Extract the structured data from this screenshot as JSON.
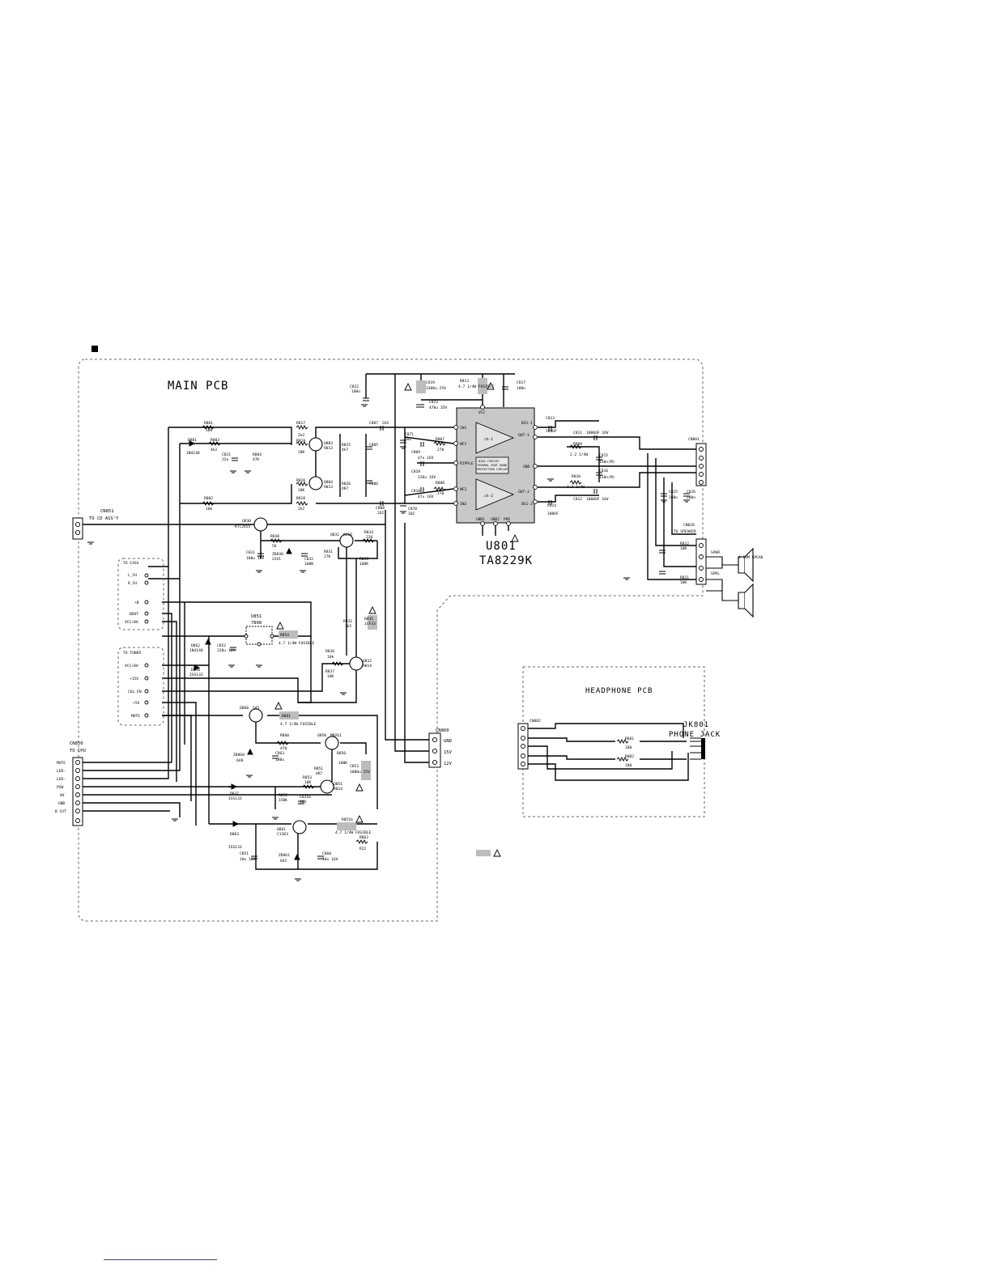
{
  "pcb": {
    "main_title": "MAIN PCB",
    "headphone_title": "HEADPHONE PCB"
  },
  "ic_main": {
    "ref": "U801",
    "part": "TA8229K",
    "ch1": "ch-1",
    "ch2": "ch-2",
    "protection": [
      "BIAS CIRCUIT",
      "THERMAL SHUT DOWN",
      "PROTECTION CIRCUIT"
    ],
    "pins_left": [
      "IN1",
      "NF1",
      "RIPPLE",
      "NF2",
      "IN2"
    ],
    "pins_right": [
      "BS1-1",
      "OUT-1",
      "GND",
      "OUT-2",
      "BS1-2"
    ],
    "pins_bottom": [
      "GND1",
      "GND2",
      "PRE"
    ],
    "pin_top": "VCC"
  },
  "regulator": {
    "ref": "U851",
    "part": "7808"
  },
  "connectors": {
    "cn851": {
      "ref": "CN851",
      "desc": "TO CD ASS'Y"
    },
    "cn850": {
      "ref": "CN850",
      "desc": "TO CPU",
      "pins": [
        "MUTE",
        "LED-",
        "LED-",
        "PSW",
        "8V",
        "GND",
        "B CUT"
      ]
    },
    "cn860": {
      "ref": "CN860",
      "pins": [
        "GND",
        "15V",
        "12V"
      ]
    },
    "cn801": {
      "ref": "CN801"
    },
    "cn820": {
      "ref": "CN820",
      "desc": "TO SPEAKER",
      "pins": [
        "SPKR",
        "SPKL"
      ]
    },
    "cn882": {
      "ref": "CN882"
    },
    "to_cass": {
      "title": "TO CASS",
      "pins": [
        "L_CH",
        "R_CH",
        "+B",
        "BOUT",
        "VCC+8V"
      ]
    },
    "to_tuner": {
      "title": "TO TUNER",
      "pins": [
        "VCC+8V",
        "+15V",
        "COL_EN",
        "+5V",
        "MUTE"
      ]
    }
  },
  "speaker": {
    "label": "4 OHM SPEAK"
  },
  "jack": {
    "ref": "JK801",
    "label": "PHONE JACK"
  },
  "components": [
    {
      "ref": "R801",
      "val": "10k"
    },
    {
      "ref": "R803",
      "val": "4k2"
    },
    {
      "ref": "R804",
      "val": "47K"
    },
    {
      "ref": "C821",
      "val": "22u"
    },
    {
      "ref": "R817",
      "val": "2k2"
    },
    {
      "ref": "R819",
      "val": "10K"
    },
    {
      "ref": "R820",
      "val": "10K"
    },
    {
      "ref": "R818",
      "val": "2k2"
    },
    {
      "ref": "R802",
      "val": "10k"
    },
    {
      "ref": "D801",
      "val": "1N4148"
    },
    {
      "ref": "Q803",
      "val": "9013"
    },
    {
      "ref": "Q804",
      "val": "9013"
    },
    {
      "ref": "R825",
      "val": "4k7"
    },
    {
      "ref": "R826",
      "val": "4K7"
    },
    {
      "ref": "C805",
      "val": ""
    },
    {
      "ref": "C806",
      "val": ""
    },
    {
      "ref": "C807",
      "val": "2U2"
    },
    {
      "ref": "C808",
      "val": "2U2"
    },
    {
      "ref": "C822",
      "val": "100n"
    },
    {
      "ref": "C819",
      "val": "3300u 25V"
    },
    {
      "ref": "R813",
      "val": "4.7 1/4W FUSIBLE"
    },
    {
      "ref": "C817",
      "val": "100n"
    },
    {
      "ref": "C823",
      "val": "470u 35V"
    },
    {
      "ref": "C871",
      "val": "102"
    },
    {
      "ref": "R807",
      "val": "270"
    },
    {
      "ref": "C809",
      "val": "47u 16V"
    },
    {
      "ref": "C818",
      "val": "220u 16V"
    },
    {
      "ref": "C810",
      "val": "47u 16V"
    },
    {
      "ref": "R808",
      "val": "270"
    },
    {
      "ref": "C870",
      "val": "102"
    },
    {
      "ref": "C813",
      "val": "100UF"
    },
    {
      "ref": "C811",
      "val": "1000UF 16V"
    },
    {
      "ref": "R809",
      "val": "2.2 1/4W"
    },
    {
      "ref": "C815",
      "val": "150n(M)"
    },
    {
      "ref": "C816",
      "val": "150n(M)"
    },
    {
      "ref": "R810",
      "val": "2.2 1/4W"
    },
    {
      "ref": "C814",
      "val": "100UF"
    },
    {
      "ref": "C812",
      "val": "1000UF 16V"
    },
    {
      "ref": "C825",
      "val": "100n"
    },
    {
      "ref": "C826",
      "val": "100n"
    },
    {
      "ref": "C822b",
      "val": ""
    },
    {
      "ref": "R812",
      "val": "10K"
    },
    {
      "ref": "C821b",
      "val": ""
    },
    {
      "ref": "R811",
      "val": "10K"
    },
    {
      "ref": "Q830",
      "val": "KTC2655"
    },
    {
      "ref": "R830",
      "val": "56"
    },
    {
      "ref": "C831",
      "val": "100u 16V"
    },
    {
      "ref": "ZD830",
      "val": "22V1"
    },
    {
      "ref": "C832",
      "val": "100N"
    },
    {
      "ref": "Q831",
      "val": "8550"
    },
    {
      "ref": "R831",
      "val": "27K"
    },
    {
      "ref": "R834",
      "val": "220"
    },
    {
      "ref": "R833",
      "val": "100K"
    },
    {
      "ref": "R832",
      "val": "1k5"
    },
    {
      "ref": "R835",
      "val": "1CF33"
    },
    {
      "ref": "R836",
      "val": "10k"
    },
    {
      "ref": "R837",
      "val": "10K"
    },
    {
      "ref": "Q832",
      "val": "9014"
    },
    {
      "ref": "D862",
      "val": "1N4148"
    },
    {
      "ref": "C852",
      "val": "220u 16V"
    },
    {
      "ref": "D850",
      "val": "ISS133"
    },
    {
      "ref": "R854",
      "val": "4.7 1/4W FUSIBLE"
    },
    {
      "ref": "Q860",
      "val": "S45"
    },
    {
      "ref": "R861",
      "val": "4.7 1/4W FUSIBLE"
    },
    {
      "ref": "R860",
      "val": "470"
    },
    {
      "ref": "ZD860",
      "val": "6V8"
    },
    {
      "ref": "C863",
      "val": "100u"
    },
    {
      "ref": "Q850",
      "val": "MN261"
    },
    {
      "ref": "R850",
      "val": "100K"
    },
    {
      "ref": "C853",
      "val": "1000u 25V"
    },
    {
      "ref": "R851",
      "val": "4K7"
    },
    {
      "ref": "R853",
      "val": "10K"
    },
    {
      "ref": "Q851",
      "val": "9014"
    },
    {
      "ref": "D837",
      "val": "ISS133"
    },
    {
      "ref": "R852",
      "val": "150K"
    },
    {
      "ref": "C831b",
      "val": "10U"
    },
    {
      "ref": "D863",
      "val": "ISS133"
    },
    {
      "ref": "Q861",
      "val": "C1383"
    },
    {
      "ref": "R851b",
      "val": "4.7 1/4W FUSIBLE"
    },
    {
      "ref": "C851",
      "val": "10u 16V"
    },
    {
      "ref": "ZD861",
      "val": "6V2"
    },
    {
      "ref": "R862",
      "val": "R22"
    },
    {
      "ref": "C860",
      "val": "10u 16V"
    },
    {
      "ref": "R881",
      "val": "180"
    },
    {
      "ref": "R882",
      "val": "180"
    }
  ]
}
